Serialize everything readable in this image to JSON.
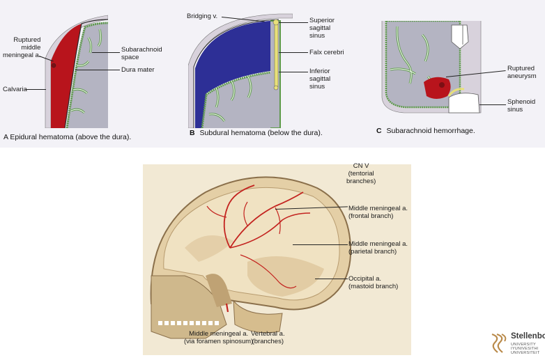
{
  "panel_a": {
    "caption_letter": "A",
    "caption_text": "Epidural hematoma (above the dura).",
    "labels": {
      "ruptured_line1": "Ruptured",
      "ruptured_line2": "middle",
      "ruptured_line3": "meningeal a.",
      "subarachnoid_line1": "Subarachnoid",
      "subarachnoid_line2": "space",
      "dura": "Dura mater",
      "calvaria": "Calvaria"
    }
  },
  "panel_b": {
    "caption_letter": "B",
    "caption_text": "Subdural hematoma (below the dura).",
    "labels": {
      "bridging": "Bridging v.",
      "superior_line1": "Superior",
      "superior_line2": "sagittal",
      "superior_line3": "sinus",
      "falx": "Falx cerebri",
      "inferior_line1": "Inferior",
      "inferior_line2": "sagittal",
      "inferior_line3": "sinus"
    }
  },
  "panel_c": {
    "caption_letter": "C",
    "caption_text": "Subarachnoid hemorrhage.",
    "labels": {
      "aneurysm_line1": "Ruptured",
      "aneurysm_line2": "aneurysm",
      "sphenoid_line1": "Sphenoid",
      "sphenoid_line2": "sinus"
    }
  },
  "skull": {
    "labels": {
      "tentorial_line1": "CN V",
      "tentorial_line2": "(tentorial",
      "tentorial_line3": "branches)",
      "frontal_line1": "Middle meningeal a.",
      "frontal_line2": "(frontal branch)",
      "parietal_line1": "Middle meningeal a.",
      "parietal_line2": "(parietal branch)",
      "occipital_line1": "Occipital a.",
      "occipital_line2": "(mastoid branch)",
      "spinosum_line1": "Middle meningeal a.",
      "spinosum_line2": "(via foramen spinosum)",
      "vertebral_line1": "Vertebral a.",
      "vertebral_line2": "(branches)"
    }
  },
  "logo": {
    "name": "Stellenbosch",
    "line1": "UNIVERSITY",
    "line2": "IYUNIVESITHI",
    "line3": "UNIVERSITEIT"
  },
  "colors": {
    "hematoma_red": "#b8141c",
    "subdural_blue": "#2d2f96",
    "brain_gray": "#b4b4c2",
    "arachnoid_green": "#5d9a4a",
    "sinus_yellow": "#e8e07a",
    "bone": "#e6d2a8",
    "logo_gold": "#b98a4a"
  }
}
